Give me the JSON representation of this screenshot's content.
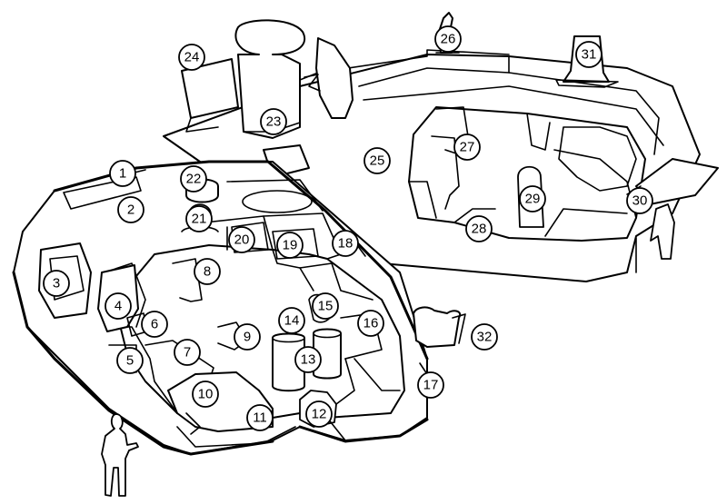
{
  "callouts": [
    {
      "id": "callout-1",
      "label": "1"
    },
    {
      "id": "callout-2",
      "label": "2"
    },
    {
      "id": "callout-3",
      "label": "3"
    },
    {
      "id": "callout-4",
      "label": "4"
    },
    {
      "id": "callout-5",
      "label": "5"
    },
    {
      "id": "callout-6",
      "label": "6"
    },
    {
      "id": "callout-7",
      "label": "7"
    },
    {
      "id": "callout-8",
      "label": "8"
    },
    {
      "id": "callout-9",
      "label": "9"
    },
    {
      "id": "callout-10",
      "label": "10"
    },
    {
      "id": "callout-11",
      "label": "11"
    },
    {
      "id": "callout-12",
      "label": "12"
    },
    {
      "id": "callout-13",
      "label": "13"
    },
    {
      "id": "callout-14",
      "label": "14"
    },
    {
      "id": "callout-15",
      "label": "15"
    },
    {
      "id": "callout-16",
      "label": "16"
    },
    {
      "id": "callout-17",
      "label": "17"
    },
    {
      "id": "callout-18",
      "label": "18"
    },
    {
      "id": "callout-19",
      "label": "19"
    },
    {
      "id": "callout-20",
      "label": "20"
    },
    {
      "id": "callout-21",
      "label": "21"
    },
    {
      "id": "callout-22",
      "label": "22"
    },
    {
      "id": "callout-23",
      "label": "23"
    },
    {
      "id": "callout-24",
      "label": "24"
    },
    {
      "id": "callout-25",
      "label": "25"
    },
    {
      "id": "callout-26",
      "label": "26"
    },
    {
      "id": "callout-27",
      "label": "27"
    },
    {
      "id": "callout-28",
      "label": "28"
    },
    {
      "id": "callout-29",
      "label": "29"
    },
    {
      "id": "callout-30",
      "label": "30"
    },
    {
      "id": "callout-31",
      "label": "31"
    },
    {
      "id": "callout-32",
      "label": "32"
    }
  ],
  "colors": {
    "line": "#000000",
    "background": "#ffffff"
  }
}
